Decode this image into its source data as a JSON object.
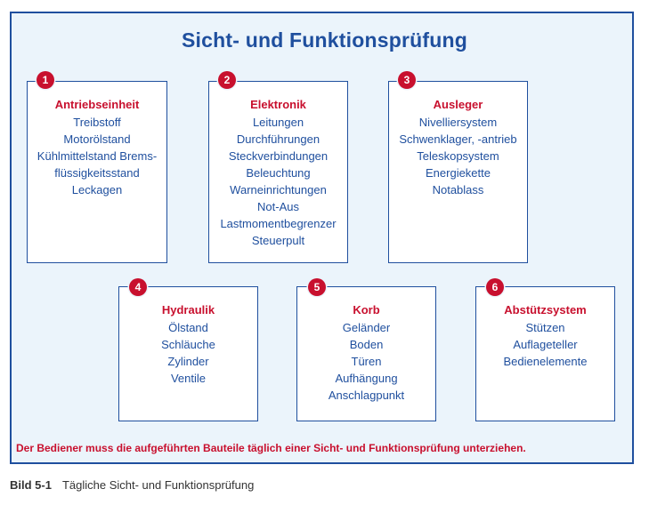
{
  "title": "Sicht- und Funktionsprüfung",
  "boxes": [
    {
      "number": "1",
      "heading": "Antriebseinheit",
      "items": [
        "Treibstoff",
        "Motorölstand",
        "Kühlmittelstand Brems-",
        "flüssigkeitsstand",
        "Leckagen"
      ]
    },
    {
      "number": "2",
      "heading": "Elektronik",
      "items": [
        "Leitungen",
        "Durchführungen",
        "Steckverbindungen",
        "Beleuchtung",
        "Warneinrichtungen",
        "Not-Aus",
        "Lastmomentbegrenzer",
        "Steuerpult"
      ]
    },
    {
      "number": "3",
      "heading": "Ausleger",
      "items": [
        "Nivelliersystem",
        "Schwenklager, -antrieb",
        "Teleskopsystem",
        "Energiekette",
        "Notablass"
      ]
    },
    {
      "number": "4",
      "heading": "Hydraulik",
      "items": [
        "Ölstand",
        "Schläuche",
        "Zylinder",
        "Ventile"
      ]
    },
    {
      "number": "5",
      "heading": "Korb",
      "items": [
        "Geländer",
        "Boden",
        "Türen",
        "Aufhängung",
        "Anschlagpunkt"
      ]
    },
    {
      "number": "6",
      "heading": "Abstützsystem",
      "items": [
        "Stützen",
        "Auflageteller",
        "Bedienelemente"
      ]
    }
  ],
  "note": "Der Bediener muss die aufgeführten Bauteile täglich einer Sicht- und Funktionsprüfung unterziehen.",
  "caption": {
    "label": "Bild 5-1",
    "text": "Tägliche Sicht- und Funktionsprüfung"
  },
  "colors": {
    "frame": "#1f4f9e",
    "accent": "#c8102e",
    "panel_bg": "#ebf4fb"
  }
}
